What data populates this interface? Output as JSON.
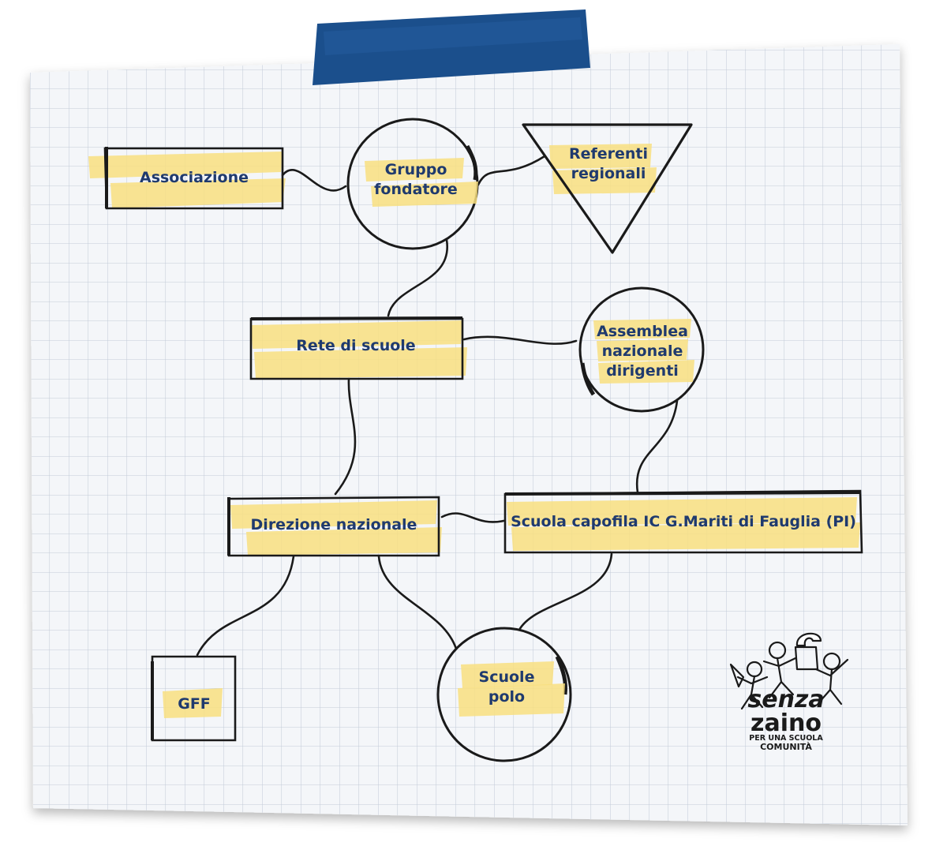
{
  "diagram": {
    "nodes": {
      "associazione": "Associazione",
      "gruppo_fondatore": [
        "Gruppo",
        "fondatore"
      ],
      "referenti_regionali": [
        "Referenti",
        "regionali"
      ],
      "rete_di_scuole": "Rete di scuole",
      "assemblea": [
        "Assemblea",
        "nazionale",
        "dirigenti"
      ],
      "direzione_nazionale": "Direzione nazionale",
      "scuola_capofila": "Scuola capofila IC G.Mariti di Fauglia (PI)",
      "gff": "GFF",
      "scuole_polo": [
        "Scuole",
        "polo"
      ]
    }
  },
  "logo": {
    "line1": "senza",
    "line2": "zaino",
    "line3": "PER UNA SCUOLA",
    "line4": "COMUNITÀ"
  },
  "colors": {
    "highlight": "#f8df80",
    "text": "#1f3a6e",
    "tape": "#1b4f8c",
    "grid": "#bfc9d6",
    "ink": "#1a1a1a"
  }
}
